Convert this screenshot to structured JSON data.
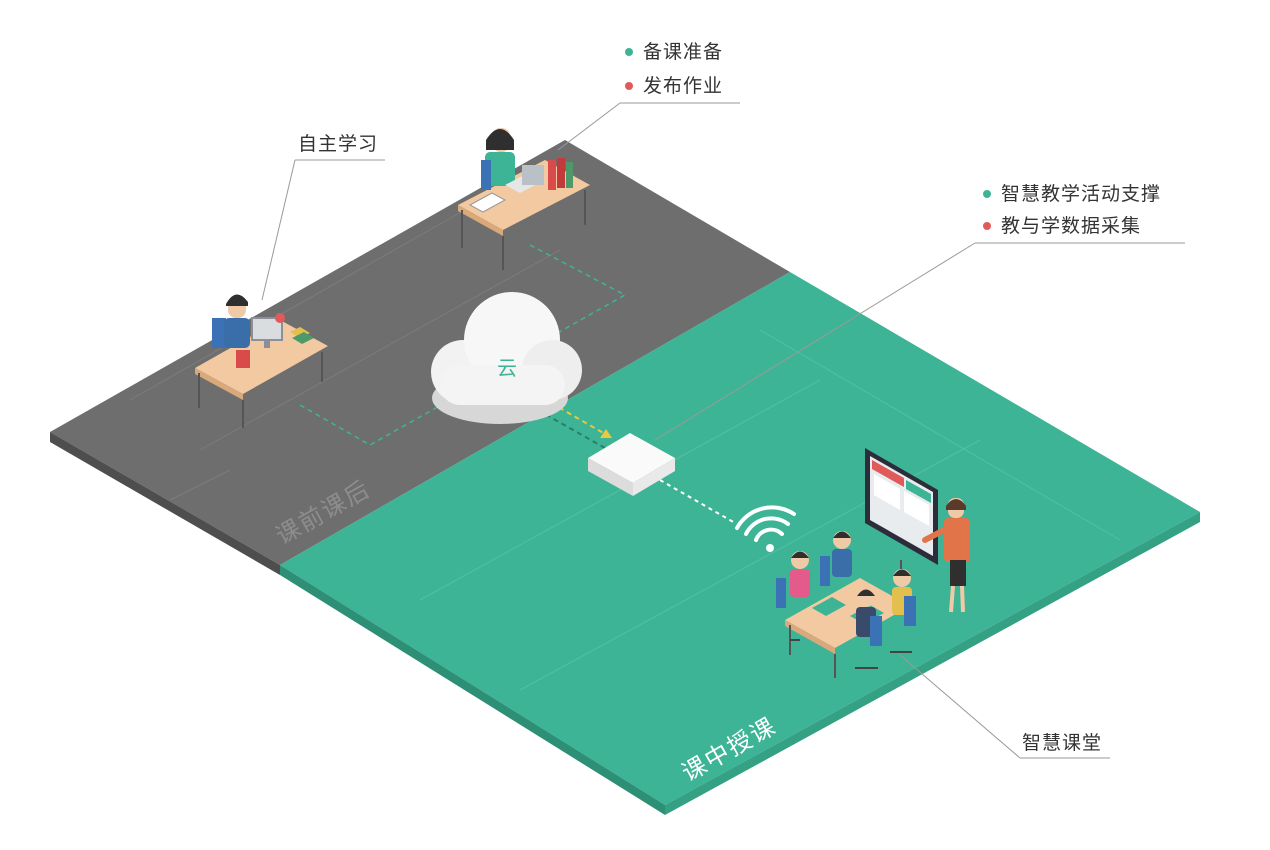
{
  "zones": {
    "pre_post": {
      "label": "课前课后",
      "color": "#6e6e6e"
    },
    "in_class": {
      "label": "课中授课",
      "color": "#3db496"
    }
  },
  "cloud": {
    "label": "云",
    "icon": "cloud-icon"
  },
  "callouts": {
    "teacher": [
      {
        "text": "备课准备",
        "dot": "#3db496"
      },
      {
        "text": "发布作业",
        "dot": "#e05a5a"
      }
    ],
    "student": {
      "text": "自主学习"
    },
    "gateway": [
      {
        "text": "智慧教学活动支撑",
        "dot": "#3db496"
      },
      {
        "text": "教与学数据采集",
        "dot": "#e05a5a"
      }
    ],
    "classroom": {
      "text": "智慧课堂"
    }
  },
  "colors": {
    "accent_green": "#3db496",
    "accent_red": "#e05a5a",
    "floor_gray": "#6e6e6e",
    "floor_green": "#3db496"
  }
}
